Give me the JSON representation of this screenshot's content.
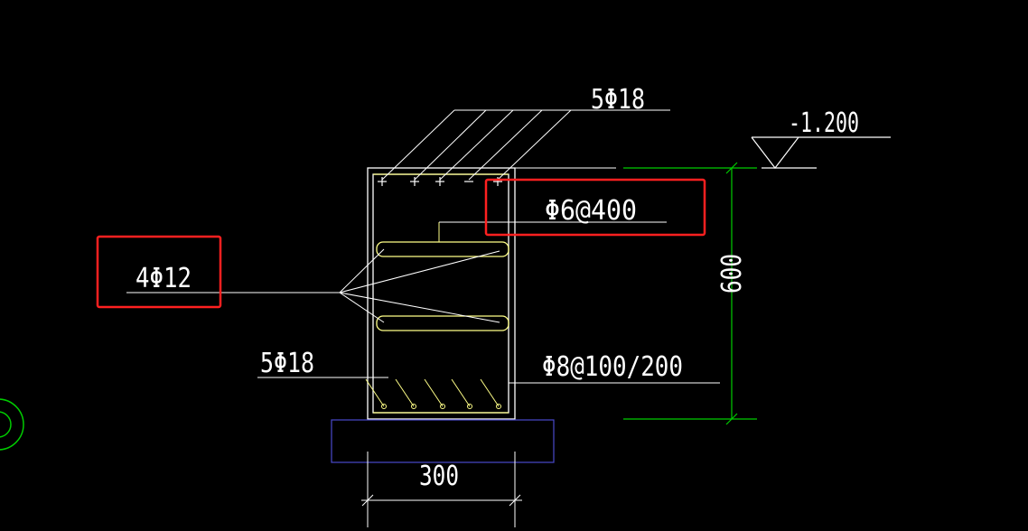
{
  "labels": {
    "top_bars": "5Φ18",
    "elevation": "-1.200",
    "stirrup_spacing": "Φ6@400",
    "side_bars": "4Φ12",
    "bottom_bars": "5Φ18",
    "main_stirrup": "Φ8@100/200",
    "height_dim": "600",
    "width_dim": "300"
  },
  "colors": {
    "background": "#000000",
    "line": "#ffffff",
    "rebar": "#ffff88",
    "dimension": "#00cc00",
    "highlight": "#ff2020",
    "foundation": "#4a4acc"
  }
}
